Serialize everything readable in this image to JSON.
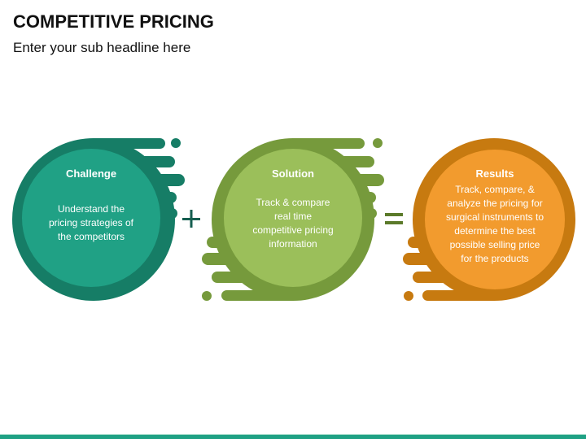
{
  "header": {
    "title": "COMPETITIVE PRICING",
    "subtitle": "Enter your sub headline here"
  },
  "steps": [
    {
      "heading": "Challenge",
      "body": [
        "Understand the",
        "pricing strategies of",
        "the competitors"
      ],
      "colors": {
        "outer": "#167d66",
        "inner": "#20a185"
      }
    },
    {
      "heading": "Solution",
      "body": [
        "Track & compare",
        "real time",
        "competitive pricing",
        "information"
      ],
      "colors": {
        "outer": "#769a3c",
        "inner": "#9bbf5a"
      }
    },
    {
      "heading": "Results",
      "body": [
        "Track, compare, &",
        "analyze the pricing for",
        "surgical instruments to",
        "determine the best",
        "possible selling price",
        "for the products"
      ],
      "colors": {
        "outer": "#c77a10",
        "inner": "#f29b2e"
      }
    }
  ],
  "operators": {
    "plus": "+",
    "equals": "="
  },
  "footer": {
    "bar_color": "#1fa184"
  }
}
